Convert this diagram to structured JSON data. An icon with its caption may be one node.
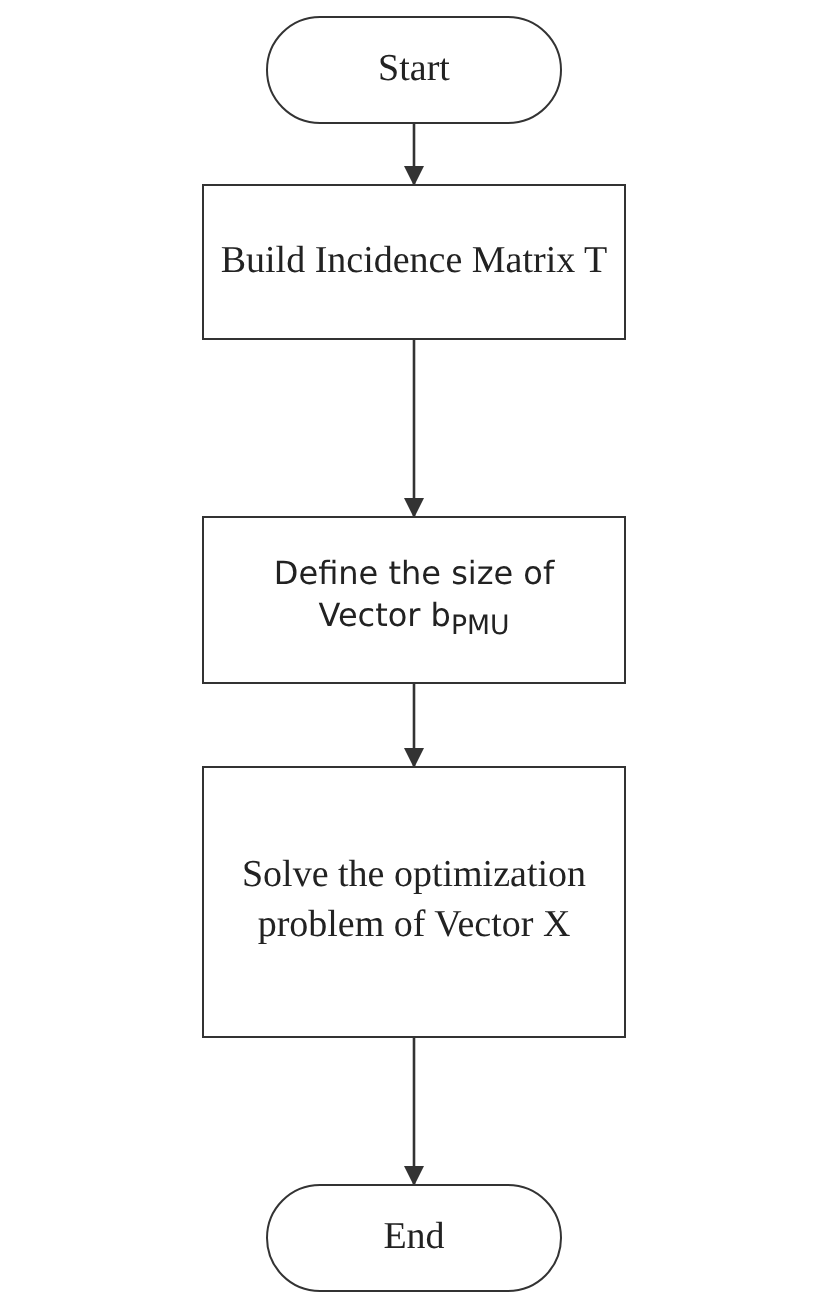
{
  "diagram": {
    "nodes": [
      {
        "text": [
          "Start"
        ]
      },
      {
        "text": [
          "Build Incidence Matrix T"
        ]
      },
      {
        "text": [
          "Define the size of Vector b$_{PMU}$"
        ]
      },
      {
        "text": [
          "Solve the optimization problem of Vector X"
        ]
      },
      {
        "text": [
          "End"
        ]
      }
    ],
    "edges": [
      {
        "from": 0,
        "to": 1,
        "arrow": "to"
      },
      {
        "from": 1,
        "to": 2,
        "arrow": "to"
      },
      {
        "from": 2,
        "to": 3,
        "arrow": "to"
      },
      {
        "from": 3,
        "to": 4,
        "arrow": "to"
      }
    ]
  }
}
